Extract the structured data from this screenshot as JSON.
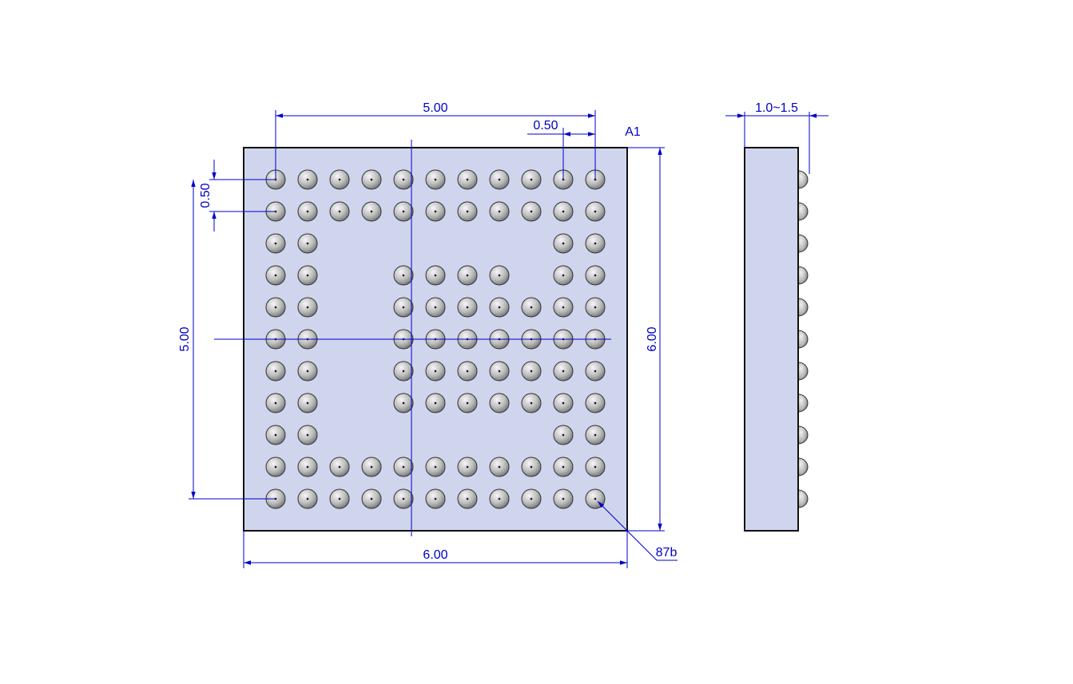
{
  "colors": {
    "body_fill": "#d0d5ee",
    "outline": "#111111",
    "dimension": "#0000c8",
    "ball_light": "#f2f2f2",
    "ball_dark": "#777777"
  },
  "labels": {
    "top_dim": "5.00",
    "pitch_dim_top": "0.50",
    "pin_a1": "A1",
    "pitch_dim_left": "0.50",
    "left_dim": "5.00",
    "right_dim": "6.00",
    "bottom_dim": "6.00",
    "ball_callout": "87b",
    "side_dim": "1.0~1.5"
  },
  "ball_grid": {
    "rows": [
      "11111111111",
      "11111111111",
      "11000000011",
      "11001111011",
      "11001111111",
      "11001111111",
      "11001111111",
      "11001111111",
      "11000000011",
      "11111111111",
      "11111111111"
    ]
  },
  "side_view": {
    "ball_count": 11
  }
}
